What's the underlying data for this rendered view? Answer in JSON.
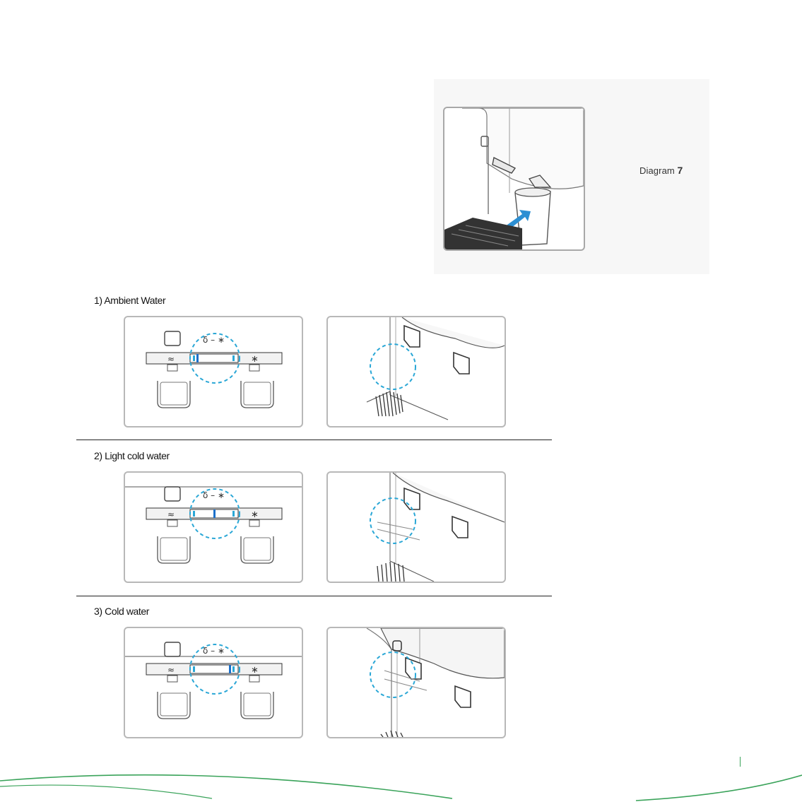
{
  "diagram_caption": {
    "label": "Diagram",
    "number": "7"
  },
  "sections": [
    {
      "label": "1) Ambient Water",
      "setting": "ambient"
    },
    {
      "label": "2) Light cold water",
      "setting": "light-cold"
    },
    {
      "label": "3) Cold water",
      "setting": "cold"
    }
  ],
  "control_symbols": {
    "hot": "≈",
    "cold": "∗",
    "scale": "δ – ∗"
  },
  "colors": {
    "highlight": "#2aa7d6",
    "slider_marker": "#1c6fc9",
    "accent_green": "#3aa35a"
  }
}
